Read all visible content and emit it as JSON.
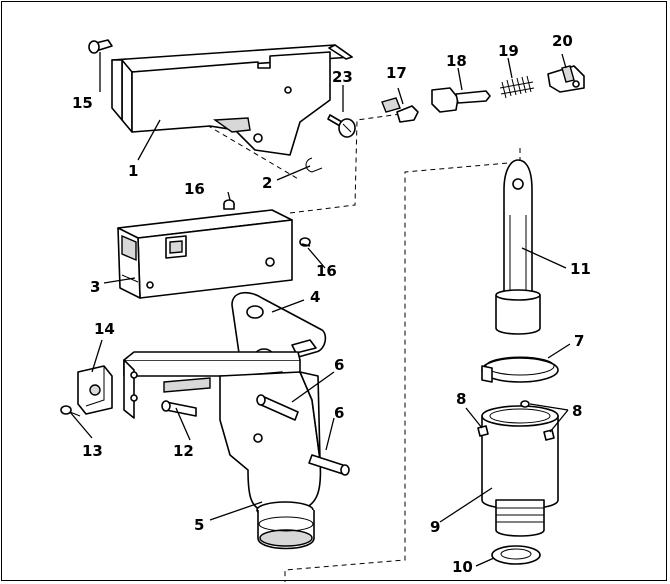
{
  "diagram": {
    "callouts": [
      "1",
      "2",
      "3",
      "4",
      "5",
      "6",
      "6",
      "7",
      "8",
      "8",
      "9",
      "10",
      "11",
      "12",
      "13",
      "14",
      "15",
      "16",
      "16",
      "17",
      "18",
      "19",
      "20",
      "23"
    ]
  }
}
